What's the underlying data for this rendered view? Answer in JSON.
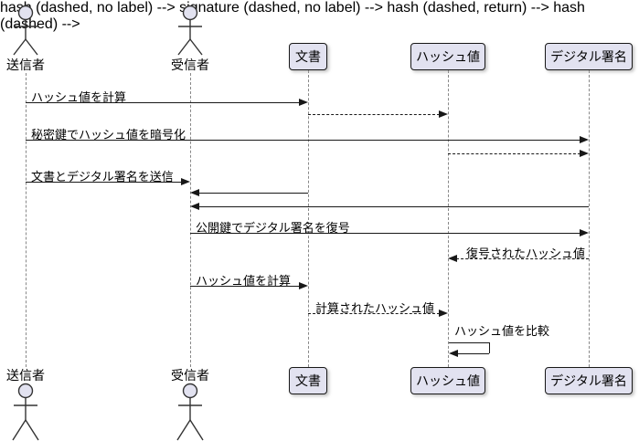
{
  "diagram_type": "sequence",
  "colors": {
    "background": "#FFFFFF",
    "participant_fill": "#E2E2F0",
    "participant_border": "#181818",
    "arrow": "#181818",
    "lifeline": "#888888",
    "text": "#000000"
  },
  "participants": [
    {
      "label": "送信者",
      "type": "actor"
    },
    {
      "label": "受信者",
      "type": "actor"
    },
    {
      "label": "文書",
      "type": "box"
    },
    {
      "label": "ハッシュ値",
      "type": "box"
    },
    {
      "label": "デジタル署名",
      "type": "box"
    }
  ],
  "messages": [
    {
      "from": "送信者",
      "to": "文書",
      "label": "ハッシュ値を計算",
      "line": "solid"
    },
    {
      "from": "文書",
      "to": "ハッシュ値",
      "label": "",
      "line": "dashed"
    },
    {
      "from": "送信者",
      "to": "デジタル署名",
      "label": "秘密鍵でハッシュ値を暗号化",
      "line": "solid"
    },
    {
      "from": "ハッシュ値",
      "to": "デジタル署名",
      "label": "",
      "line": "dashed"
    },
    {
      "from": "送信者",
      "to": "受信者",
      "label": "文書とデジタル署名を送信",
      "line": "solid"
    },
    {
      "from": "文書",
      "to": "受信者",
      "label": "",
      "line": "solid"
    },
    {
      "from": "デジタル署名",
      "to": "受信者",
      "label": "",
      "line": "solid"
    },
    {
      "from": "受信者",
      "to": "デジタル署名",
      "label": "公開鍵でデジタル署名を復号",
      "line": "solid"
    },
    {
      "from": "デジタル署名",
      "to": "ハッシュ値",
      "label": "復号されたハッシュ値",
      "line": "dashed"
    },
    {
      "from": "受信者",
      "to": "文書",
      "label": "ハッシュ値を計算",
      "line": "solid"
    },
    {
      "from": "文書",
      "to": "ハッシュ値",
      "label": "計算されたハッシュ値",
      "line": "dashed"
    },
    {
      "from": "ハッシュ値",
      "to": "ハッシュ値",
      "label": "ハッシュ値を比較",
      "line": "solid-self"
    }
  ]
}
